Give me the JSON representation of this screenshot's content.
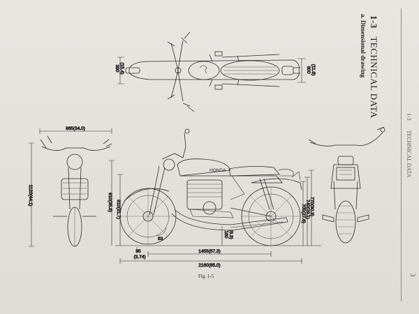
{
  "header": {
    "section_number": "1-3",
    "section_title": "TECHNICAL DATA",
    "subtitle": "a. Dimensional drawing"
  },
  "running_header": {
    "number": "1-3",
    "title": "TECHNICAL DATA"
  },
  "page_number": "3",
  "figure_caption": "Fig. 1-5",
  "drawing": {
    "brand_text": "HONDA",
    "dimensions": {
      "top_width": "390",
      "top_width_in": "(15.4)",
      "top_right": "300",
      "top_right_in": "(11.8)",
      "overall_width": "865(34.0)",
      "overall_height": "1120(44.1)",
      "seat_height": "810(31.7)",
      "handle_height": "910(35.8)",
      "wheelbase": "1455(57.3)",
      "overall_length": "2160(85.0)",
      "front_offset": "95",
      "front_offset_in": "(3.74)",
      "ground_clearance": "160",
      "ground_clearance_in": "(6.3)",
      "rear_a": "700(27.6)",
      "rear_b": "740(29.1)",
      "rear_c": "770(30.3)",
      "front_angle": "63"
    }
  }
}
